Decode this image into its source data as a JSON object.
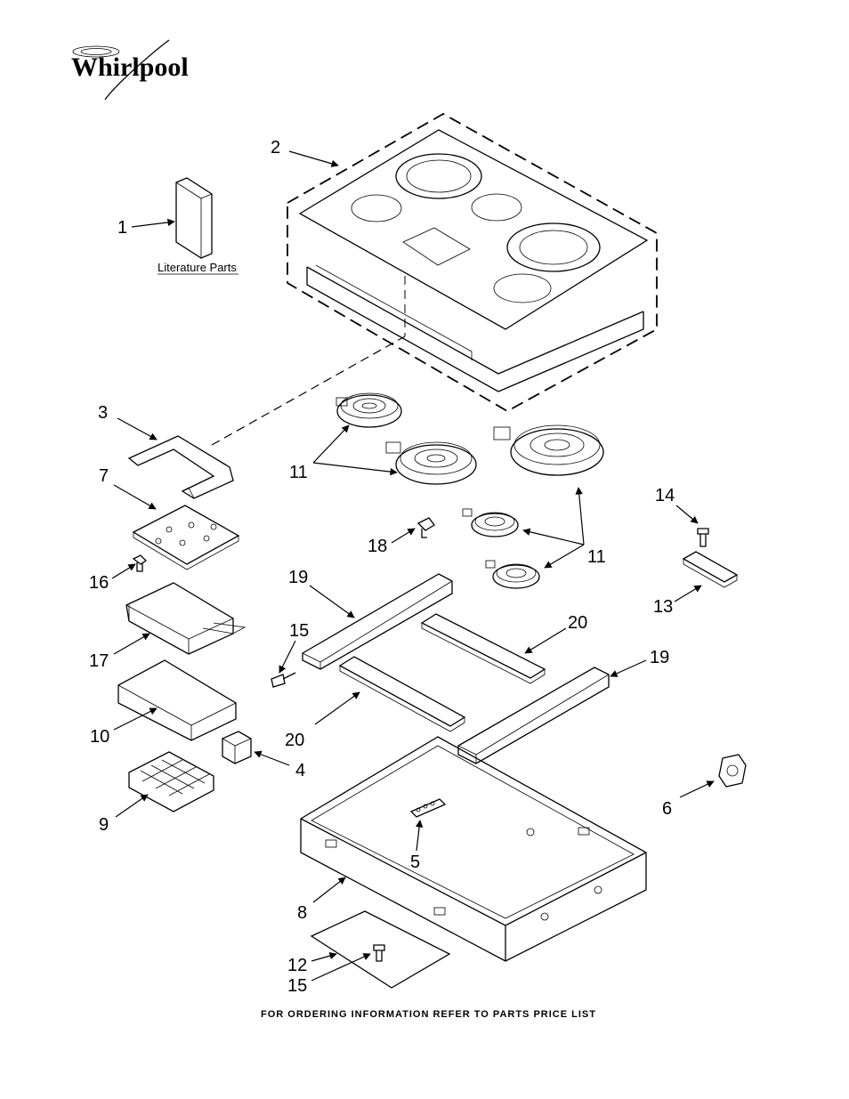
{
  "brand": {
    "name": "Whirlpool"
  },
  "literature_label": "Literature Parts",
  "footer_text": "FOR ORDERING INFORMATION REFER TO PARTS PRICE LIST",
  "callouts": {
    "c1": "1",
    "c2": "2",
    "c3": "3",
    "c4": "4",
    "c5": "5",
    "c6": "6",
    "c7": "7",
    "c8": "8",
    "c9": "9",
    "c10": "10",
    "c11a": "11",
    "c11b": "11",
    "c12": "12",
    "c13": "13",
    "c14": "14",
    "c15a": "15",
    "c15b": "15",
    "c16": "16",
    "c17": "17",
    "c18": "18",
    "c19a": "19",
    "c19b": "19",
    "c20a": "20",
    "c20b": "20"
  }
}
